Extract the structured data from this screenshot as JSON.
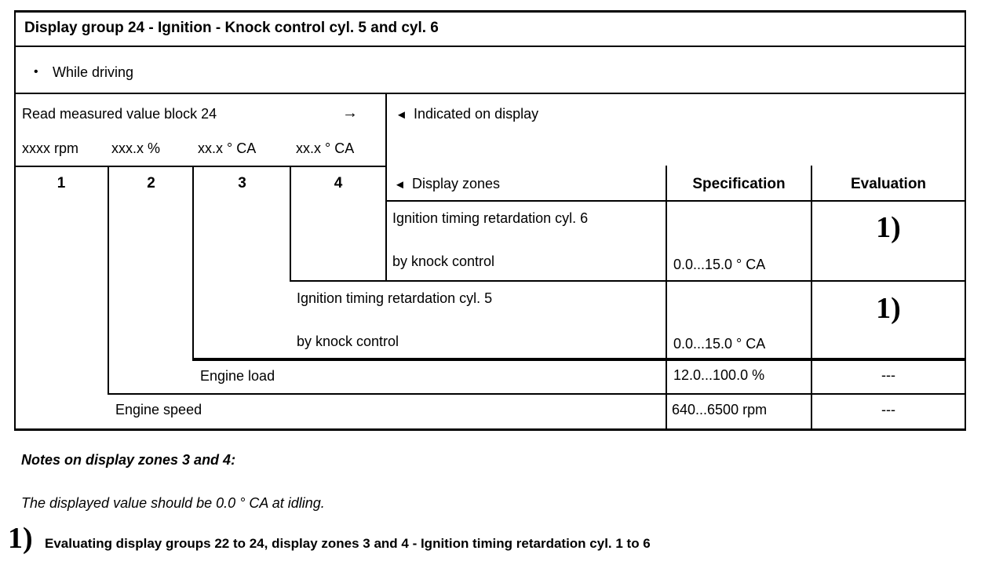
{
  "title": "Display group 24 - Ignition - Knock control cyl. 5 and cyl. 6",
  "condition": {
    "text": "While driving"
  },
  "icons": {
    "bullet": "•",
    "arrow_right": "→",
    "left_pointer": "◄"
  },
  "measured": {
    "action": "Read measured value block 24",
    "format": [
      "xxxx rpm",
      "xxx.x %",
      "xx.x ° CA",
      "xx.x ° CA"
    ],
    "indicated": "Indicated on display"
  },
  "table": {
    "zones": [
      "1",
      "2",
      "3",
      "4"
    ],
    "display_zones_label": "Display zones",
    "spec_header": "Specification",
    "eval_header": "Evaluation",
    "rows": [
      {
        "zone": "4",
        "line1": "Ignition timing retardation cyl. 6",
        "line2": "by knock control",
        "spec": "0.0...15.0 ° CA",
        "eval": "1)"
      },
      {
        "zone": "3",
        "line1": "Ignition timing retardation cyl. 5",
        "line2": "by knock control",
        "spec": "0.0...15.0 ° CA",
        "eval": "1)"
      },
      {
        "zone": "2",
        "line1": "Engine load",
        "spec": "12.0...100.0 %",
        "eval": "---"
      },
      {
        "zone": "1",
        "line1": "Engine speed",
        "spec": "640...6500 rpm",
        "eval": "---"
      }
    ]
  },
  "notes": {
    "heading": "Notes on display zones 3 and 4:",
    "body": "The displayed value should be 0.0 ° CA at idling."
  },
  "footnote": {
    "marker": "1)",
    "text": "Evaluating display groups 22 to 24, display zones 3 and 4 - Ignition timing retardation cyl. 1 to 6"
  }
}
